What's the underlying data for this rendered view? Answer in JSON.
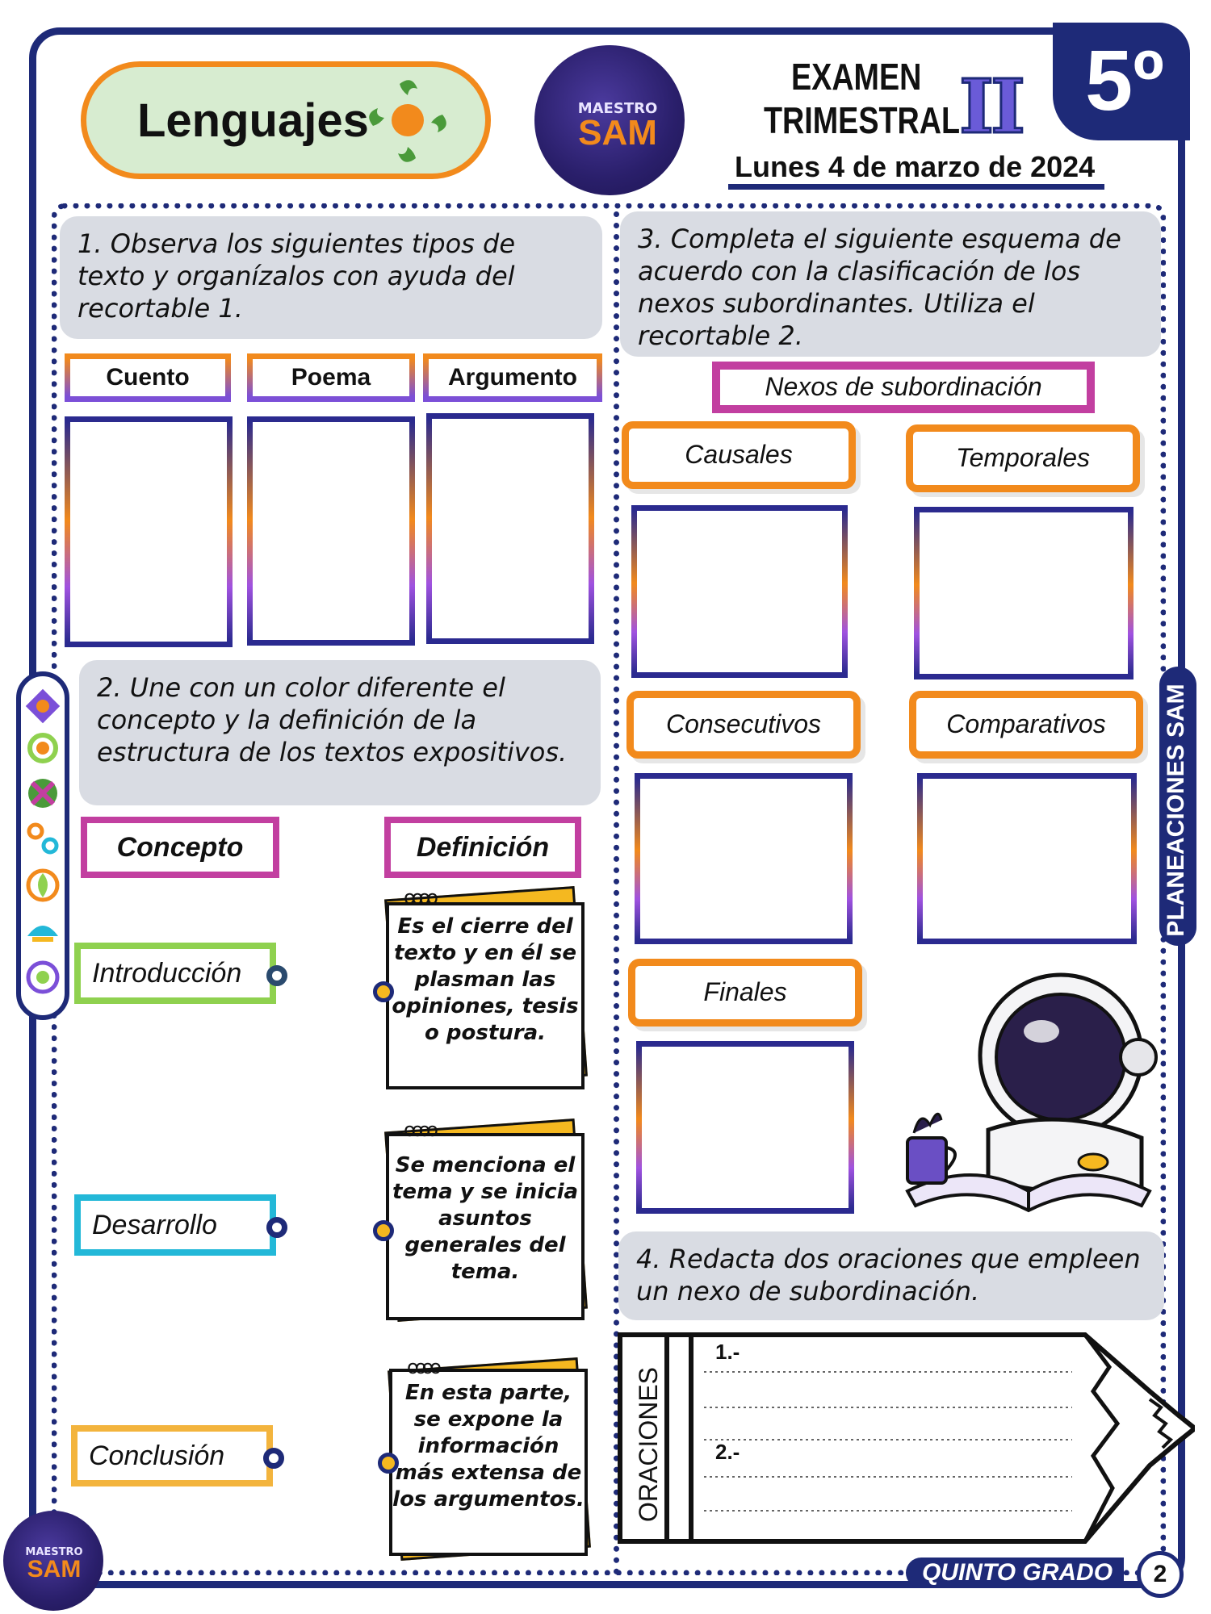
{
  "header": {
    "subject": "Lenguajes",
    "logo_small": "MAESTRO",
    "logo_big": "SAM",
    "exam_line1": "EXAMEN",
    "exam_line2": "TRIMESTRAL",
    "trimester": "II",
    "date": "Lunes 4 de marzo de 2024",
    "grade": "5º"
  },
  "q1": {
    "instruction": "1. Observa los siguientes tipos de texto y organízalos con ayuda del recortable 1.",
    "columns": [
      "Cuento",
      "Poema",
      "Argumento"
    ]
  },
  "q2": {
    "instruction": "2. Une con un color diferente el concepto y la definición de la estructura de los textos expositivos.",
    "concept_header": "Concepto",
    "definition_header": "Definición",
    "concepts": [
      "Introducción",
      "Desarrollo",
      "Conclusión"
    ],
    "definitions": [
      "Es el cierre del texto y en él se plasman las opiniones, tesis o postura.",
      "Se menciona el tema y se inicia asuntos generales del tema.",
      "En esta parte, se expone la información más extensa de los argumentos."
    ]
  },
  "q3": {
    "instruction": "3. Completa el siguiente esquema de acuerdo con la clasificación de los nexos subordinantes. Utiliza el recortable 2.",
    "title": "Nexos de subordinación",
    "categories": [
      "Causales",
      "Temporales",
      "Consecutivos",
      "Comparativos",
      "Finales"
    ]
  },
  "q4": {
    "instruction": "4. Redacta dos oraciones que empleen un nexo de subordinación.",
    "pencil_label": "ORACIONES",
    "line1": "1.-",
    "line2": "2.-"
  },
  "side_tab": "PLANEACIONES SAM",
  "footer": {
    "grade_text": "QUINTO GRADO",
    "page": "2"
  },
  "colors": {
    "navy": "#1e2a78",
    "orange": "#f28a1c",
    "magenta": "#c23fa0",
    "purple": "#7b4fd8",
    "green": "#8fd14f",
    "cyan": "#23b8d8",
    "yellow": "#f3b43d"
  },
  "icons": [
    "subject-icon",
    "logo-rocket-icon",
    "astronaut-illustration",
    "campos-formativos-icons"
  ]
}
